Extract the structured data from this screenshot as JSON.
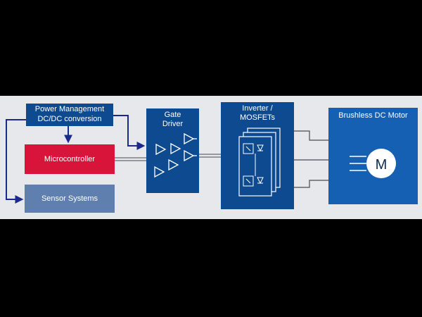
{
  "diagram": {
    "power_management": {
      "line1": "Power Management",
      "line2": "DC/DC conversion"
    },
    "microcontroller": "Microcontroller",
    "sensor_systems": "Sensor Systems",
    "gate_driver": {
      "line1": "Gate",
      "line2": "Driver"
    },
    "inverter": {
      "line1": "Inverter /",
      "line2": "MOSFETs"
    },
    "motor_block": "Brushless DC Motor",
    "motor_symbol": "M"
  },
  "colors": {
    "block_blue": "#0e4a8f",
    "microcontroller_red": "#d8143a",
    "sensor_slate": "#5f7fae",
    "motor_blue": "#1660b3",
    "arrow_navy": "#1b2a8a"
  }
}
